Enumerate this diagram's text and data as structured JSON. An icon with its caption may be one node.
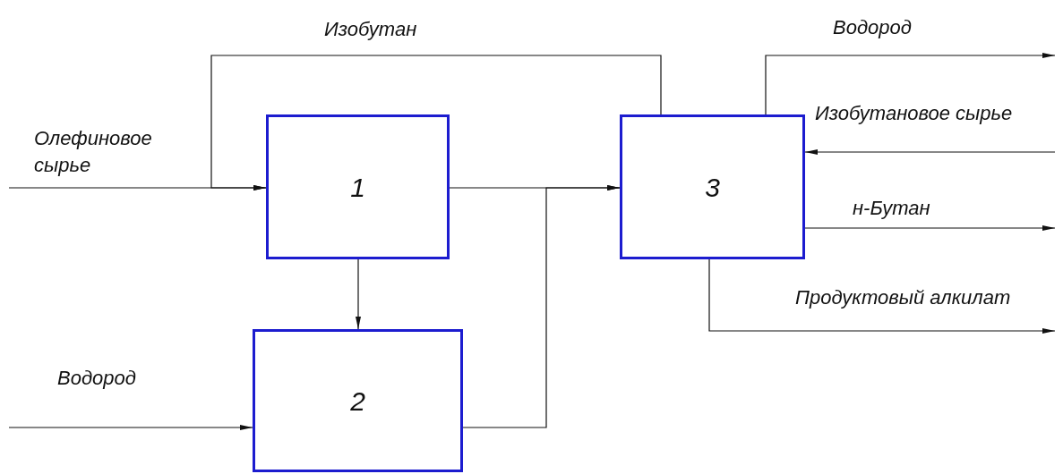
{
  "diagram": {
    "nodes": [
      {
        "text": [
          "1"
        ]
      },
      {
        "text": [
          "2"
        ]
      },
      {
        "text": [
          "3"
        ]
      }
    ],
    "edges": [
      {
        "from": null,
        "to": 0,
        "arrow": "to",
        "label": "Олефиновое сырье"
      },
      {
        "from": 2,
        "to": 0,
        "arrow": "to",
        "label": "Изобутан"
      },
      {
        "from": 0,
        "to": 1,
        "arrow": "to"
      },
      {
        "from": null,
        "to": 1,
        "arrow": "to",
        "label": "Водород"
      },
      {
        "from": 0,
        "to": 2,
        "arrow": "to"
      },
      {
        "from": 1,
        "to": 2,
        "arrow": "to"
      },
      {
        "from": 2,
        "to": null,
        "arrow": "to",
        "label": "Водород"
      },
      {
        "from": null,
        "to": 2,
        "arrow": "to",
        "label": "Изобутановое сырье"
      },
      {
        "from": 2,
        "to": null,
        "arrow": "to",
        "label": "н-Бутан"
      },
      {
        "from": 2,
        "to": null,
        "arrow": "to",
        "label": "Продуктовый алкилат"
      }
    ]
  }
}
